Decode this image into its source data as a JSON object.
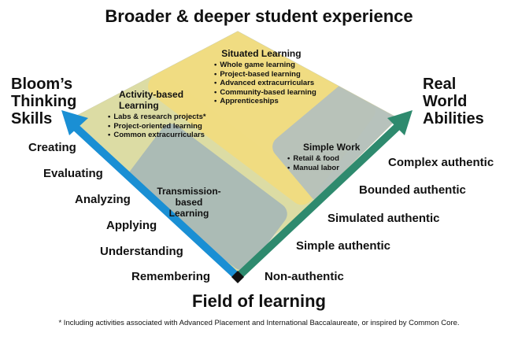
{
  "title": "Broader & deeper student experience",
  "left_axis": {
    "title": "Bloom’s\nThinking\nSkills",
    "levels": [
      "Creating",
      "Evaluating",
      "Analyzing",
      "Applying",
      "Understanding",
      "Remembering"
    ],
    "color": "#1a8fd4"
  },
  "right_axis": {
    "title": "Real\nWorld\nAbilities",
    "levels": [
      "Complex authentic",
      "Bounded authentic",
      "Simulated authentic",
      "Simple authentic",
      "Non-authentic"
    ],
    "color": "#2e8a6e"
  },
  "bottom_title": "Field of learning",
  "boxes": {
    "situated": {
      "title": "Situated Learning",
      "items": [
        "Whole game learning",
        "Project-based learning",
        "Advanced extracurriculars",
        "Community-based learning",
        "Apprenticeships"
      ],
      "color": "#f1dc80"
    },
    "activity": {
      "title": "Activity-based\nLearning",
      "items": [
        "Labs & research projects*",
        "Project-oriented learning",
        "Common extracurriculars"
      ],
      "color": "#dcdca4"
    },
    "simple_work": {
      "title": "Simple Work",
      "items": [
        "Retail & food",
        "Manual labor"
      ],
      "color": "#b4c0bc"
    },
    "transmission": {
      "title": "Transmission-\nbased\nLearning",
      "color": "#a8b8b6"
    }
  },
  "footnote": "* Including activities associated with Advanced Placement and International Baccalaureate, or inspired by Common Core."
}
